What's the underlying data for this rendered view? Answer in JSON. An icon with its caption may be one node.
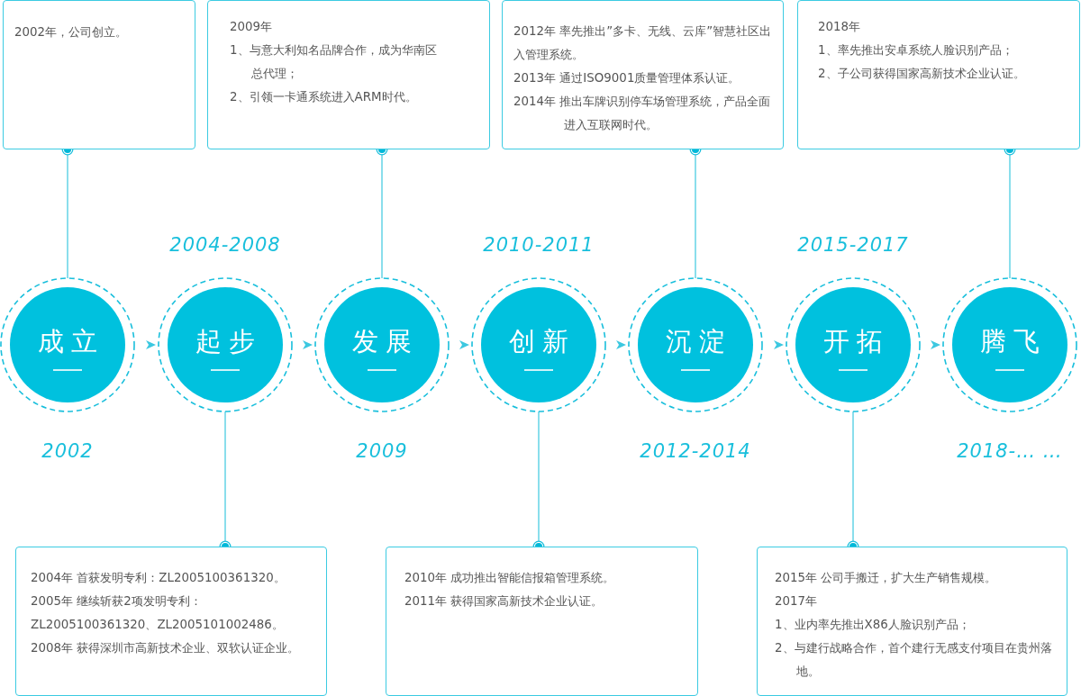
{
  "diagram": {
    "nodes": [
      {
        "text": [
          "成立"
        ],
        "beside": [
          "2002"
        ]
      },
      {
        "text": [
          "起步"
        ],
        "beside": [
          "2004-2008"
        ]
      },
      {
        "text": [
          "发展"
        ],
        "beside": [
          "2009"
        ]
      },
      {
        "text": [
          "创新"
        ],
        "beside": [
          "2010-2011"
        ]
      },
      {
        "text": [
          "沉淀"
        ],
        "beside": [
          "2012-2014"
        ]
      },
      {
        "text": [
          "开拓"
        ],
        "beside": [
          "2015-2017"
        ]
      },
      {
        "text": [
          "腾飞"
        ],
        "beside": [
          "2018-… …"
        ]
      },
      {
        "text": [
          "2002年，公司创立。"
        ]
      },
      {
        "text": [
          "2004年 首获发明专利：ZL2005100361320。",
          "2005年 继续斩获2项发明专利：ZL2005100361320、ZL2005101002486。",
          "2008年 获得深圳市高新技术企业、双软认证企业。"
        ]
      },
      {
        "text": [
          "2009年",
          "1、与意大利知名品牌合作，成为华南区总代理；",
          "2、引领一卡通系统进入ARM时代。"
        ]
      },
      {
        "text": [
          "2010年 成功推出智能信报箱管理系统。",
          "2011年 获得国家高新技术企业认证。"
        ]
      },
      {
        "text": [
          "2012年 率先推出”多卡、无线、云库”智慧社区出入管理系统。",
          "2013年 通过ISO9001质量管理体系认证。",
          "2014年 推出车牌识别停车场管理系统，产品全面进入互联网时代。"
        ]
      },
      {
        "text": [
          "2015年 公司手搬迁，扩大生产销售规模。",
          "2017年",
          "1、业内率先推出X86人脸识别产品；",
          "2、与建行战略合作，首个建行无感支付项目在贵州落地。"
        ]
      },
      {
        "text": [
          "2018年",
          "1、率先推出安卓系统人脸识别产品；",
          "2、子公司获得国家高新技术企业认证。"
        ]
      }
    ],
    "edges": [
      {
        "from": 0,
        "to": 1,
        "arrow": "to"
      },
      {
        "from": 1,
        "to": 2,
        "arrow": "to"
      },
      {
        "from": 2,
        "to": 3,
        "arrow": "to"
      },
      {
        "from": 3,
        "to": 4,
        "arrow": "to"
      },
      {
        "from": 4,
        "to": 5,
        "arrow": "to"
      },
      {
        "from": 5,
        "to": 6,
        "arrow": "to"
      },
      {
        "from": 7,
        "to": 0,
        "arrow": "other"
      },
      {
        "from": 8,
        "to": 1,
        "arrow": "other"
      },
      {
        "from": 9,
        "to": 2,
        "arrow": "other"
      },
      {
        "from": 10,
        "to": 3,
        "arrow": "other"
      },
      {
        "from": 11,
        "to": 4,
        "arrow": "other"
      },
      {
        "from": 12,
        "to": 5,
        "arrow": "other"
      },
      {
        "from": 13,
        "to": 6,
        "arrow": "other"
      }
    ]
  }
}
